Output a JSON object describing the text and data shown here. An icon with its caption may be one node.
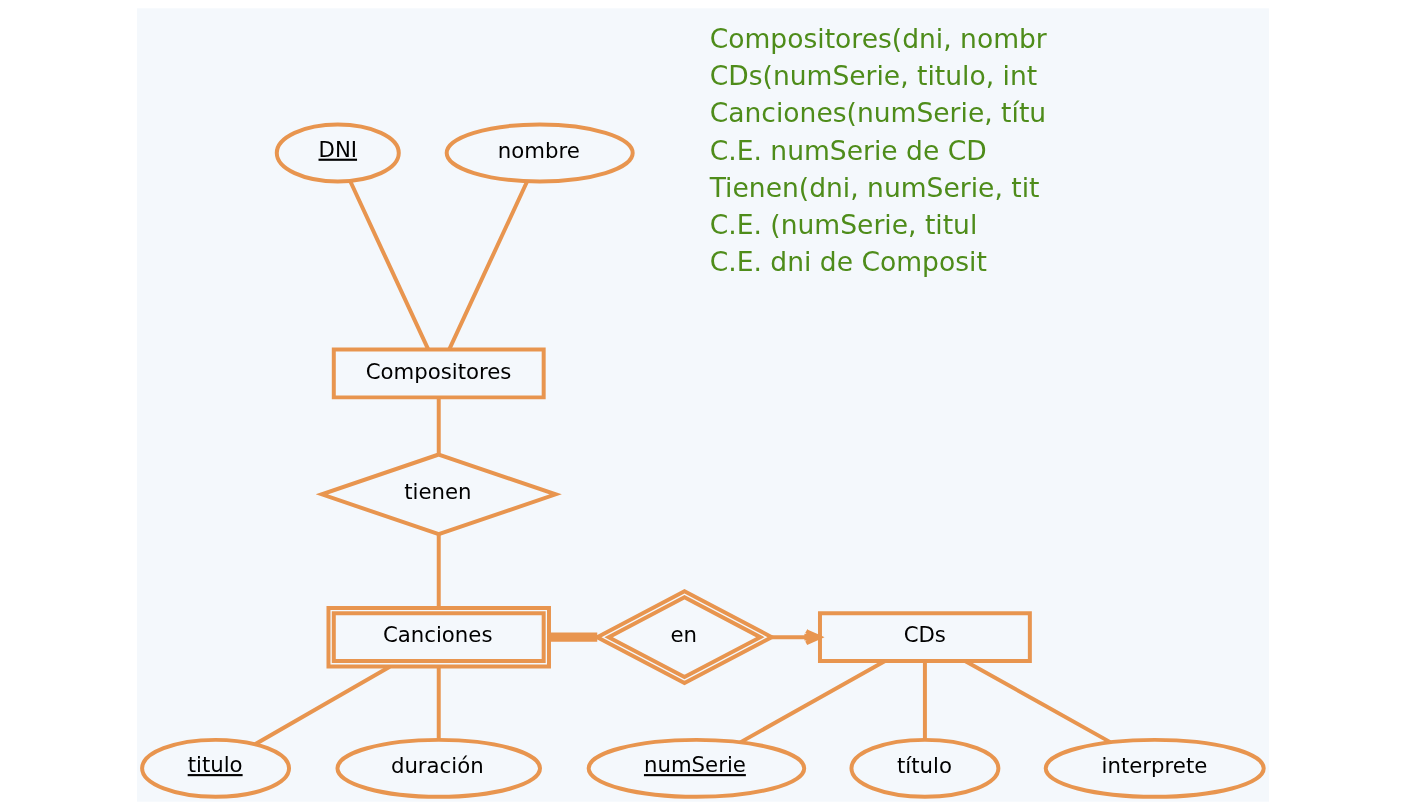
{
  "diagram": {
    "nodes": [
      {
        "text": [
          "DNI"
        ]
      },
      {
        "text": [
          "nombre"
        ]
      },
      {
        "text": [
          "Compositores"
        ]
      },
      {
        "text": [
          "tienen"
        ]
      },
      {
        "text": [
          "Canciones"
        ]
      },
      {
        "text": [
          "titulo"
        ]
      },
      {
        "text": [
          "duración"
        ]
      },
      {
        "text": [
          "en"
        ]
      },
      {
        "text": [
          "CDs"
        ]
      },
      {
        "text": [
          "numSerie"
        ]
      },
      {
        "text": [
          "título"
        ]
      },
      {
        "text": [
          "interprete"
        ]
      }
    ],
    "edges": [
      {
        "from": 0,
        "to": 2,
        "arrow": "none"
      },
      {
        "from": 1,
        "to": 2,
        "arrow": "none"
      },
      {
        "from": 2,
        "to": 3,
        "arrow": "none"
      },
      {
        "from": 3,
        "to": 4,
        "arrow": "none"
      },
      {
        "from": 4,
        "to": 5,
        "arrow": "none"
      },
      {
        "from": 4,
        "to": 6,
        "arrow": "none"
      },
      {
        "from": 4,
        "to": 7,
        "arrow": "none",
        "style": "thick"
      },
      {
        "from": 7,
        "to": 8,
        "arrow": "to"
      },
      {
        "from": 8,
        "to": 9,
        "arrow": "none"
      },
      {
        "from": 8,
        "to": 10,
        "arrow": "none"
      },
      {
        "from": 8,
        "to": 11,
        "arrow": "none"
      }
    ],
    "labels": [
      "Compositores(dni, nombr",
      "CDs(numSerie, titulo, int",
      "Canciones(numSerie, títu",
      "C.E. numSerie de CD",
      "Tienen(dni, numSerie, tit",
      "C.E. (numSerie, titul",
      "C.E. dni de Composit"
    ]
  }
}
